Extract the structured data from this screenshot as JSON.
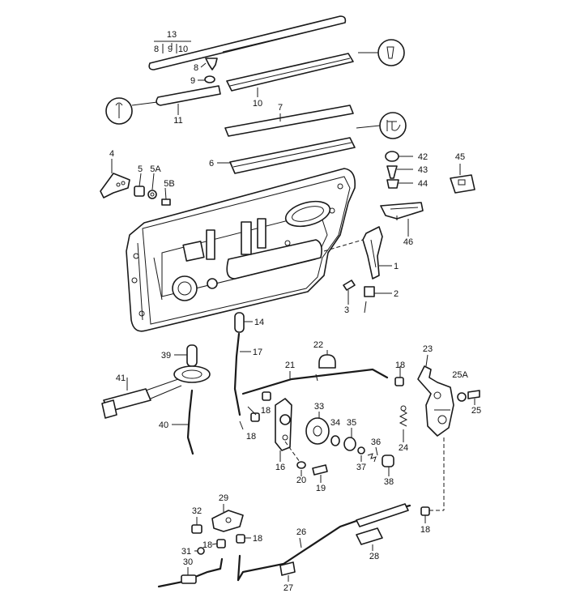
{
  "diagram": {
    "labels": {
      "l13": "13",
      "l8": "8",
      "l9": "9",
      "l10a": "10",
      "l8b": "8",
      "l9b": "9",
      "l10": "10",
      "l11": "11",
      "l7": "7",
      "l6": "6",
      "l4": "4",
      "l5": "5",
      "l5a": "5A",
      "l5b": "5B",
      "l42": "42",
      "l43": "43",
      "l44": "44",
      "l45": "45",
      "l46": "46",
      "l1": "1",
      "l2": "2",
      "l3": "3",
      "l14": "14",
      "l17": "17",
      "l39": "39",
      "l41": "41",
      "l40": "40",
      "l22": "22",
      "l21": "21",
      "l18a": "18",
      "l18b": "18",
      "l18c": "18",
      "l23": "23",
      "l25a": "25A",
      "l25": "25",
      "l33": "33",
      "l34": "34",
      "l35": "35",
      "l36": "36",
      "l37": "37",
      "l38": "38",
      "l24": "24",
      "l16": "16",
      "l20": "20",
      "l19": "19",
      "l18d": "18",
      "l29": "29",
      "l32": "32",
      "l31": "31",
      "l18e": "18",
      "l18f": "18",
      "l30": "30",
      "l26": "26",
      "l28": "28",
      "l27": "27"
    }
  }
}
